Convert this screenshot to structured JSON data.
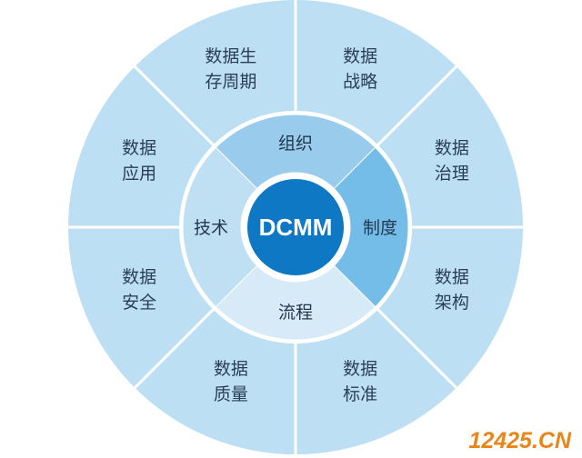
{
  "diagram": {
    "center": {
      "label": "DCMM"
    },
    "inner_ring": [
      {
        "label": "组织",
        "color": "#98cbec"
      },
      {
        "label": "制度",
        "color": "#74bde9"
      },
      {
        "label": "流程",
        "color": "#d6eaf7"
      },
      {
        "label": "技术",
        "color": "#bfe0f3"
      }
    ],
    "outer_ring": [
      {
        "lines": [
          "数据",
          "战略"
        ]
      },
      {
        "lines": [
          "数据",
          "治理"
        ]
      },
      {
        "lines": [
          "数据",
          "架构"
        ]
      },
      {
        "lines": [
          "数据",
          "标准"
        ]
      },
      {
        "lines": [
          "数据",
          "质量"
        ]
      },
      {
        "lines": [
          "数据",
          "安全"
        ]
      },
      {
        "lines": [
          "数据",
          "应用"
        ]
      },
      {
        "lines": [
          "数据生",
          "存周期"
        ]
      }
    ],
    "colors": {
      "outer_segment": "#bcdff3",
      "separator": "#ffffff",
      "core": "#0f78c4",
      "core_ring": "#ffffff"
    }
  },
  "watermark": {
    "text": "12425.CN",
    "color": "#e8861a"
  }
}
